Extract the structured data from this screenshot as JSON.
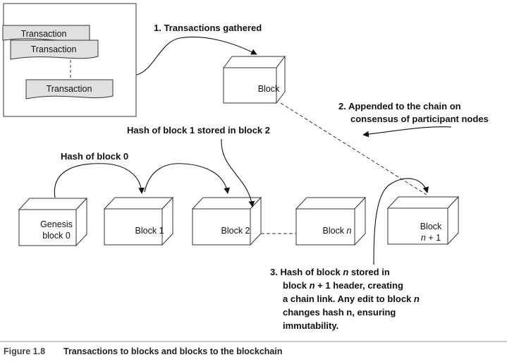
{
  "diagram": {
    "transactions": [
      "Transaction",
      "Transaction",
      "Transaction"
    ],
    "pending_block": "Block",
    "chain_blocks": [
      {
        "line1": "Genesis",
        "line2": "block 0"
      },
      {
        "line1": "Block 1",
        "line2": ""
      },
      {
        "line1": "Block 2",
        "line2": ""
      },
      {
        "line1": "Block",
        "line1_italic": "n",
        "line2": ""
      },
      {
        "line1": "Block",
        "line2": "+ 1",
        "line2_italic": "n"
      }
    ],
    "notes": {
      "step1": "1. Transactions gathered",
      "step2_line1": "2. Appended to the chain on",
      "step2_line2": "consensus of participant nodes",
      "hash_block1": "Hash of block 1 stored in block 2",
      "hash_block0": "Hash of block 0",
      "step3_line1_a": "3. Hash of block ",
      "step3_line1_n": "n",
      "step3_line1_b": " stored in",
      "step3_line2_a": "block ",
      "step3_line2_n": "n",
      "step3_line2_b": " + 1 header, creating",
      "step3_line3": "a chain link. Any edit to block ",
      "step3_line3_n": "n",
      "step3_line4": "changes hash n, ensuring",
      "step3_line5": "immutability."
    }
  },
  "caption": {
    "figure": "Figure 1.8",
    "text": "Transactions to blocks and blocks to the blockchain"
  }
}
